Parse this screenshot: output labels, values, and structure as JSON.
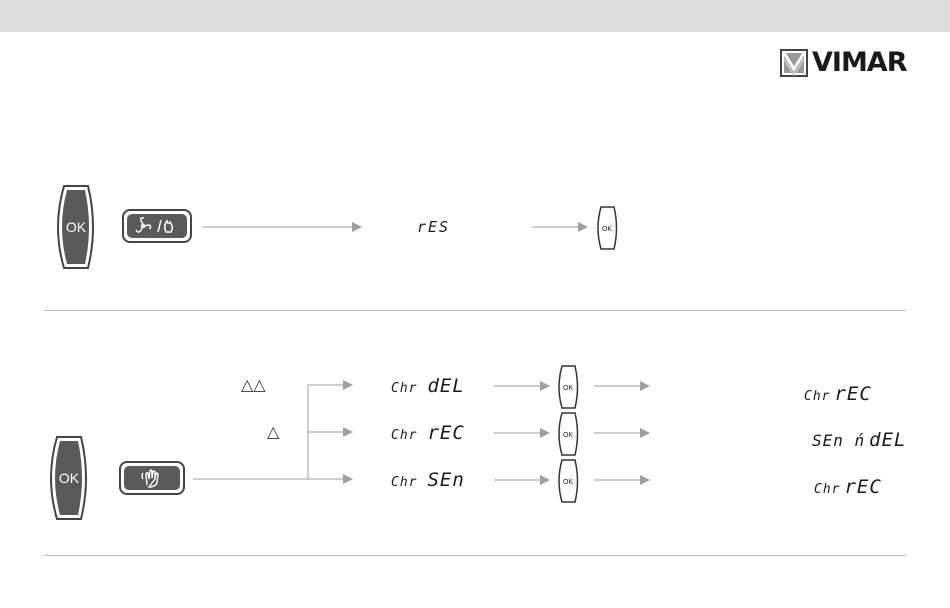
{
  "brand": {
    "name": "VIMAR"
  },
  "section1": {
    "ok_label": "OK",
    "step_display": "rES",
    "confirm_label": "OK"
  },
  "section2": {
    "ok_label": "OK",
    "branches": [
      {
        "press_hint": "△△",
        "display_prefix": "Chr",
        "display_value": "dEL",
        "confirm_label": "OK",
        "result_prefix": "Chr",
        "result_value": "rEC"
      },
      {
        "press_hint": "△",
        "display_prefix": "Chr",
        "display_value": "rEC",
        "confirm_label": "OK",
        "result_prefix": "SEn ń",
        "result_value": "dEL"
      },
      {
        "press_hint": "",
        "display_prefix": "Chr",
        "display_value": "SEn",
        "confirm_label": "OK",
        "result_prefix": "Chr",
        "result_value": "rEC"
      }
    ]
  },
  "colors": {
    "button_dark": "#5a5a5a",
    "arrow_gray": "#9e9e9e",
    "rule_gray": "#bdbdbd",
    "header_gray": "#dcdcdc"
  },
  "icons": {
    "fan_flame_key": "fan-flame-key-icon",
    "hand_key": "hand-key-icon"
  }
}
